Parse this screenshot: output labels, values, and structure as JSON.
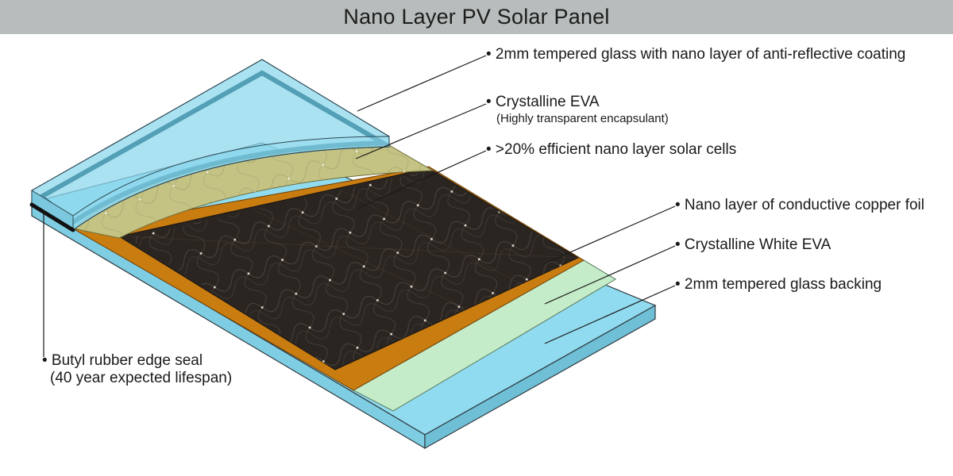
{
  "title": "Nano Layer PV Solar Panel",
  "colors": {
    "title_bar": "#b7bdbc",
    "glass": "#8fd8ee",
    "glass_edge": "#3d8fa6",
    "crystalline_eva": "#c4c384",
    "solar_cells": "#2a2521",
    "copper_foil": "#c97c10",
    "white_eva": "#c5ecc9",
    "edge_seal": "#111111"
  },
  "layers": [
    {
      "id": "top-glass",
      "text": "• 2mm tempered glass with nano layer of anti-reflective coating"
    },
    {
      "id": "crystalline-eva",
      "text": "• Crystalline EVA",
      "sub": "(Highly transparent encapsulant)"
    },
    {
      "id": "solar-cells",
      "text": "• >20% efficient nano layer solar cells"
    },
    {
      "id": "copper-foil",
      "text": "• Nano layer of conductive copper foil"
    },
    {
      "id": "white-eva",
      "text": "• Crystalline White EVA"
    },
    {
      "id": "glass-backing",
      "text": "• 2mm tempered glass backing"
    },
    {
      "id": "edge-seal",
      "text": "• Butyl rubber edge seal",
      "sub": "(40 year expected lifespan)"
    }
  ]
}
